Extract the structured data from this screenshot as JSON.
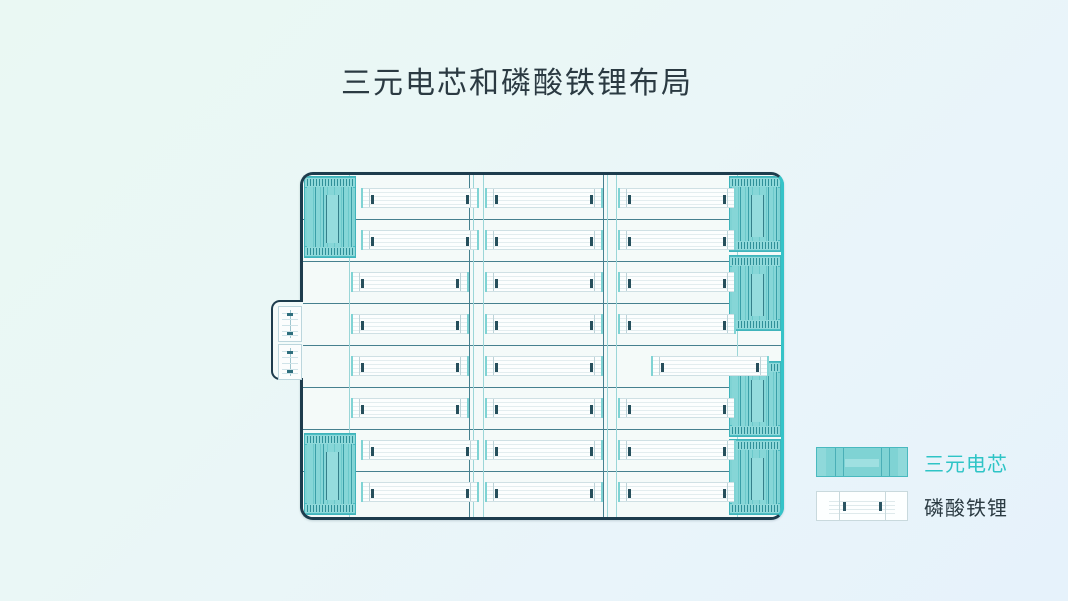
{
  "page": {
    "title": "三元电芯和磷酸铁锂布局",
    "background_from": "#eaf8f3",
    "background_to": "#e6f2fb"
  },
  "colors": {
    "ncm_teal": "#7fd3d4",
    "ncm_label": "#2ec4c6",
    "lfp_white": "#fcfefe",
    "outline_dark": "#1d3c4d",
    "outline_teal": "#2ab5bd",
    "grid_line": "#46808f",
    "text_dark": "#2b3a42"
  },
  "diagram": {
    "name": "battery-pack-layout",
    "pack_outline": "rounded-rectangle",
    "side_pod": {
      "name": "left-side-pod",
      "cell_count": 2
    },
    "ncm_modules": {
      "label": "三元电芯",
      "total": 6,
      "positions": [
        "top-left",
        "bottom-left",
        "right-1",
        "right-2",
        "right-3",
        "right-4"
      ]
    },
    "lfp_cells": {
      "label": "磷酸铁锂",
      "columns": 3,
      "rows": 8,
      "total": 24
    }
  },
  "legend": {
    "name": "legend",
    "items": [
      {
        "swatch": "ncm-module-swatch",
        "label": "三元电芯",
        "color": "#2ec4c6"
      },
      {
        "swatch": "lfp-cell-swatch",
        "label": "磷酸铁锂",
        "color": "#2b3a42"
      }
    ]
  }
}
